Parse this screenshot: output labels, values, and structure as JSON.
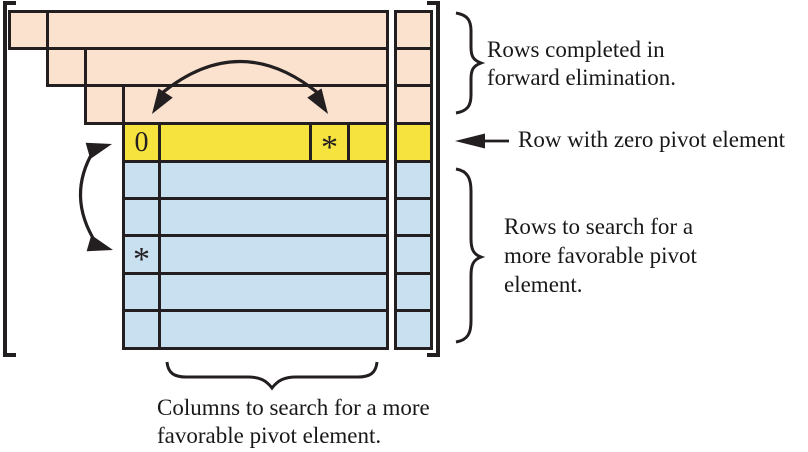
{
  "diagram": {
    "symbols": {
      "zero_pivot": "0",
      "row_candidate": "*",
      "column_candidate": "*"
    },
    "labels": {
      "completed": [
        "Rows completed in",
        "forward elimination."
      ],
      "zero_pivot": "Row with zero pivot element",
      "rows_search": [
        "Rows to search for a",
        "more favorable pivot",
        "element."
      ],
      "columns_search": [
        "Columns to search for a more",
        "favorable pivot element."
      ]
    },
    "palette": {
      "completed_row": "#fae2cf",
      "zero_pivot_row": "#f6e33e",
      "search_row": "#c9e0f1",
      "line": "#231f20"
    }
  }
}
